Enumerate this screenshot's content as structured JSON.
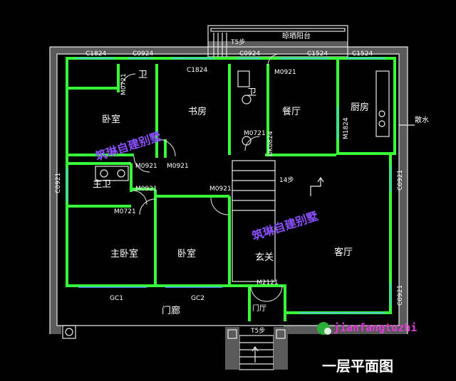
{
  "title": "一层平面图",
  "watermark": "筑琳自建别墅",
  "brand": "jianfangtuzhi",
  "rooms": {
    "bedroom_nw": "卧室",
    "study": "书房",
    "wc_north": "卫",
    "wc_mid": "卫",
    "dining": "餐厅",
    "kitchen": "厨房",
    "master_bath": "主卫",
    "master_bedroom": "主卧室",
    "bedroom_mid": "卧室",
    "foyer": "玄关",
    "living": "客厅",
    "porch": "门廊",
    "entry_hall": "门厅",
    "drying_terrace": "晾晒阳台"
  },
  "labels": {
    "win_c1824_a": "C1824",
    "win_c0924_a": "C0924",
    "win_c1824_b": "C1824",
    "win_c0924_b": "C0924",
    "win_c1524_a": "C1524",
    "win_c1524_b": "C1524",
    "door_m0721_a": "M0721",
    "door_m0921_a": "M0921",
    "door_m0721_b": "M0721",
    "door_dk0824": "DK0824",
    "door_m1824": "M1824",
    "win_c0921_a": "C0921",
    "door_m0921_b": "M0921",
    "door_m0921_c": "M0921",
    "win_c0921_b": "C0921",
    "door_m0921_d": "M0921",
    "door_m0721_c": "M0721",
    "door_m0921_e": "M0921",
    "win_c0921_c": "C0921",
    "door_m2121": "M2121",
    "gc1": "GC1",
    "gc2": "GC2",
    "steps_top": "T5步",
    "steps_mid": "14步",
    "steps_bottom": "T5步",
    "drain": "散水"
  },
  "colors": {
    "wall": "#39ff39",
    "window": "#4fb6ff",
    "outline": "#e8e8e8",
    "watermark": "#8a4fff",
    "brand": "#e23ad6"
  }
}
